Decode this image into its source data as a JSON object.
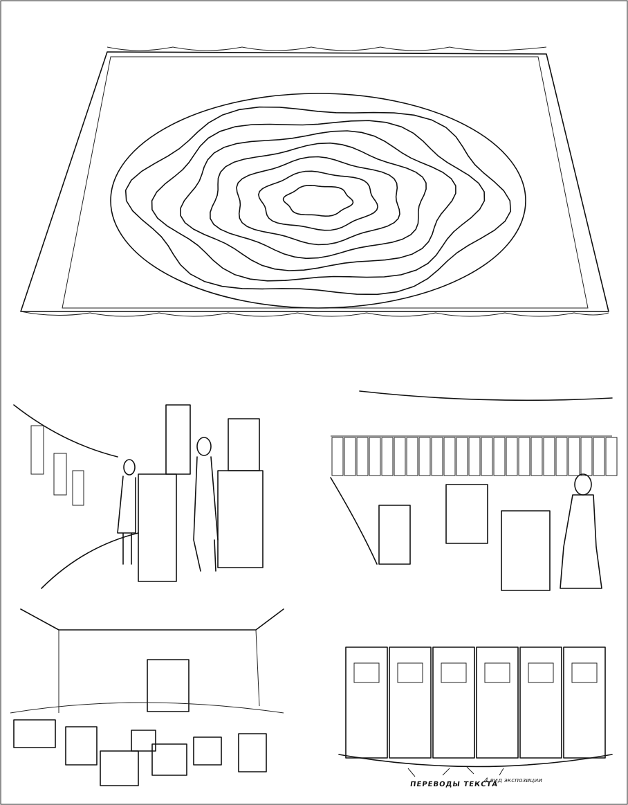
{
  "caption": {
    "annotation_label": "ПЕРЕВОДЫ ТЕКСТА",
    "handwritten_note": "4 вид экспозиции"
  },
  "panels": [
    {
      "id": "overview",
      "subject": "labyrinth-exhibition-plan"
    },
    {
      "id": "interior-left",
      "subject": "curved-gallery-view"
    },
    {
      "id": "interior-right",
      "subject": "screen-rows-view"
    },
    {
      "id": "hall-view",
      "subject": "hall-overview"
    },
    {
      "id": "screen-detail",
      "subject": "folding-screen-detail"
    }
  ]
}
